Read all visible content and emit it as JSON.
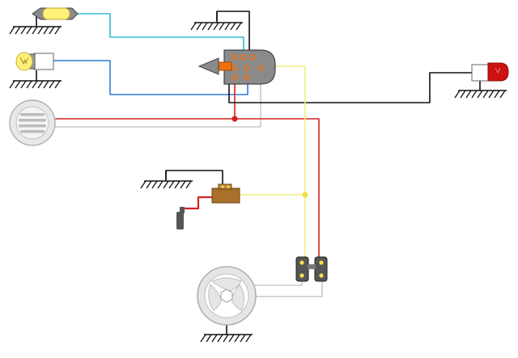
{
  "diagram": {
    "kind": "wiring-schematic",
    "text_labels": []
  },
  "components": [
    {
      "id": "festoon-bulb",
      "icon": "festoon-bulb-icon",
      "color": "#fff07a"
    },
    {
      "id": "headlight-bulb",
      "icon": "bulb-icon",
      "color": "#fff07a"
    },
    {
      "id": "horn",
      "icon": "horn-icon",
      "color": "#e6e6e6"
    },
    {
      "id": "light-switch",
      "icon": "rotary-switch-icon",
      "color": "#8a8a8a",
      "knob_color": "#f07010"
    },
    {
      "id": "tail-light",
      "icon": "tail-light-icon",
      "color": "#cc1111"
    },
    {
      "id": "ignition-coil",
      "icon": "ignition-coil-icon",
      "color": "#a8702a"
    },
    {
      "id": "spark-plug-cap",
      "icon": "spark-plug-cap-icon",
      "color": "#555555"
    },
    {
      "id": "terminal-block",
      "icon": "terminal-block-icon",
      "color": "#555555",
      "screw_color": "#f2e24a"
    },
    {
      "id": "magneto-flywheel",
      "icon": "flywheel-icon",
      "color": "#e6e6e6"
    }
  ],
  "wire_colors": {
    "cyan": "#35b9d6",
    "blue": "#2b7fd6",
    "red": "#d62020",
    "white": "#c8c8c8",
    "yellow": "#f0ee80",
    "black": "#111111"
  },
  "ground_symbol_count": 6,
  "junction_dots": [
    {
      "color": "#d62020"
    },
    {
      "color": "#f0e040"
    }
  ]
}
